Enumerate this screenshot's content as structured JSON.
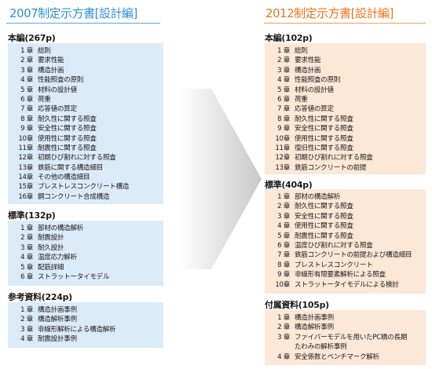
{
  "left": {
    "title": "2007制定示方書[設計編]",
    "sections": [
      {
        "label": "本編(267p)",
        "rows": [
          {
            "no": "1 章",
            "text": "総則"
          },
          {
            "no": "2 章",
            "text": "要求性能"
          },
          {
            "no": "3 章",
            "text": "構造計画"
          },
          {
            "no": "4 章",
            "text": "性能照査の原則"
          },
          {
            "no": "5 章",
            "text": "材料の設計値"
          },
          {
            "no": "6 章",
            "text": "荷重"
          },
          {
            "no": "7 章",
            "text": "応答値の算定"
          },
          {
            "no": "8 章",
            "text": "耐久性に関する照査"
          },
          {
            "no": "9 章",
            "text": "安全性に関する照査"
          },
          {
            "no": "10章",
            "text": "使用性に関する照査"
          },
          {
            "no": "11章",
            "text": "耐震性に関する照査"
          },
          {
            "no": "12章",
            "text": "初期ひび割れに対する照査"
          },
          {
            "no": "13章",
            "text": "鉄筋に関する構造細目"
          },
          {
            "no": "14章",
            "text": "その他の構造細目"
          },
          {
            "no": "15章",
            "text": "プレストレスコンクリート構造"
          },
          {
            "no": "16章",
            "text": "鋼コンクリート合成構造"
          }
        ]
      },
      {
        "label": "標準(132p)",
        "rows": [
          {
            "no": "1 章",
            "text": "部材の構造解析"
          },
          {
            "no": "2 章",
            "text": "耐震設計"
          },
          {
            "no": "3 章",
            "text": "耐久設計"
          },
          {
            "no": "4 章",
            "text": "温度応力解析"
          },
          {
            "no": "5 章",
            "text": "配筋詳細"
          },
          {
            "no": "6 章",
            "text": "ストラットータイモデル"
          }
        ]
      },
      {
        "label": "参考資料(224p)",
        "rows": [
          {
            "no": "1 章",
            "text": "構造計画事例"
          },
          {
            "no": "2 章",
            "text": "構造解析事例"
          },
          {
            "no": "3 章",
            "text": "非線形解析による構造解析"
          },
          {
            "no": "4 章",
            "text": "耐震設計事例"
          }
        ]
      }
    ]
  },
  "right": {
    "title": "2012制定示方書[設計編]",
    "sections": [
      {
        "label": "本編(102p)",
        "rows": [
          {
            "no": "1 章",
            "text": "総則"
          },
          {
            "no": "2 章",
            "text": "要求性能"
          },
          {
            "no": "3 章",
            "text": "構造計画"
          },
          {
            "no": "4 章",
            "text": "性能照査の原則"
          },
          {
            "no": "5 章",
            "text": "材料の設計値"
          },
          {
            "no": "6 章",
            "text": "荷重"
          },
          {
            "no": "7 章",
            "text": "応答値の算定"
          },
          {
            "no": "8 章",
            "text": "耐久性に関する照査"
          },
          {
            "no": "9 章",
            "text": "安全性に関する照査"
          },
          {
            "no": "10章",
            "text": "使用性に関する照査"
          },
          {
            "no": "11章",
            "text": "復旧性に関する照査"
          },
          {
            "no": "12章",
            "text": "初期ひび割れに対する照査"
          },
          {
            "no": "13章",
            "text": "鉄筋コンクリートの前提"
          }
        ]
      },
      {
        "label": "標準(404p)",
        "rows": [
          {
            "no": "1 章",
            "text": "部材の構造解析"
          },
          {
            "no": "2 章",
            "text": "耐久性に関する照査"
          },
          {
            "no": "3 章",
            "text": "安全性に関する照査"
          },
          {
            "no": "4 章",
            "text": "使用性に関する照査"
          },
          {
            "no": "5 章",
            "text": "耐震性に関する照査"
          },
          {
            "no": "6 章",
            "text": "温度ひび割れに対する照査"
          },
          {
            "no": "7 章",
            "text": "鉄筋コンクリートの前提および構造細目"
          },
          {
            "no": "8 章",
            "text": "プレストレスコンクリート"
          },
          {
            "no": "9 章",
            "text": "非線形有限要素解析による照査"
          },
          {
            "no": "10章",
            "text": "ストラットータイモデルによる検討"
          }
        ]
      },
      {
        "label": "付属資料(105p)",
        "rows": [
          {
            "no": "1 章",
            "text": "構造計画事例"
          },
          {
            "no": "2 章",
            "text": "構造解析事例"
          },
          {
            "no": "3 章",
            "text": "ファイバーモデルを用いたPC橋の長期",
            "cont": "たわみの解析事例"
          },
          {
            "no": "4 章",
            "text": "安全係数とベンチマーク解析"
          }
        ]
      }
    ]
  },
  "colors": {
    "left_title": "#2f8fd2",
    "right_title": "#e8761e",
    "left_box": "#dcebf8",
    "right_box": "#fde7d7",
    "arrow": "#c8c8c8"
  }
}
